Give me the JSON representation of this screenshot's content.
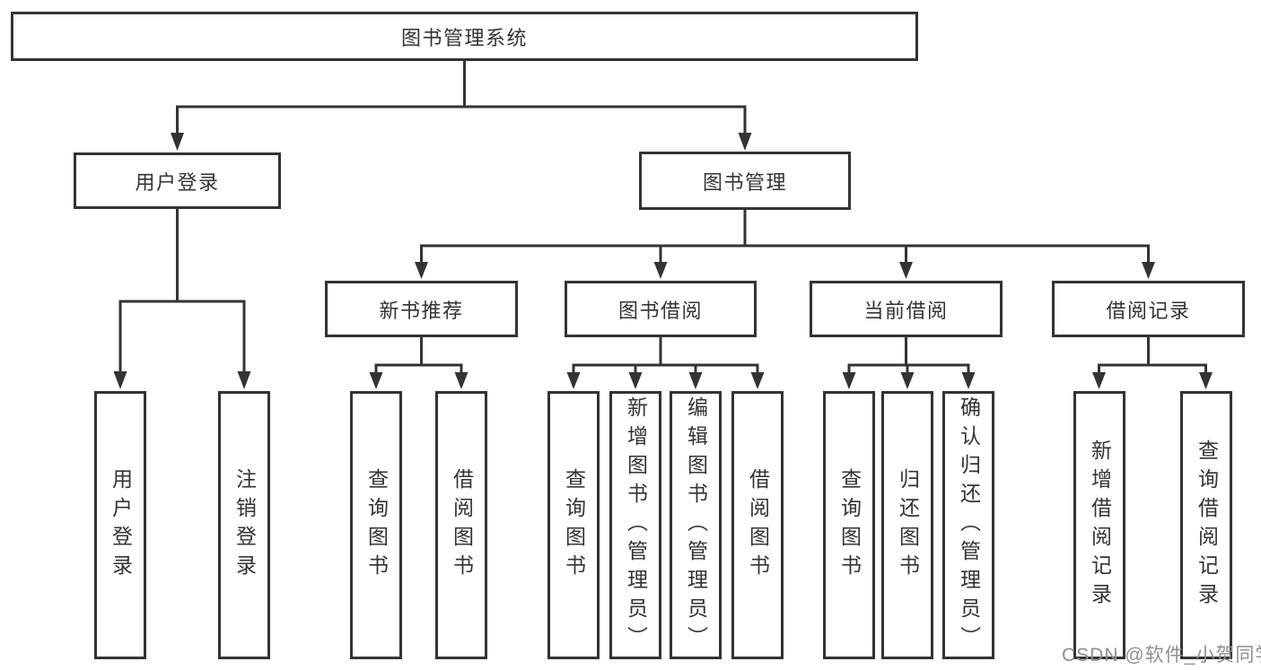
{
  "colors": {
    "line": "#333333",
    "text": "#333333",
    "background": "#ffffff",
    "watermark": "#8f8f8f"
  },
  "watermark": "CSDN @软件_小贺同学",
  "tree": {
    "root": {
      "label": "图书管理系统"
    },
    "branches": [
      {
        "label": "用户登录",
        "children": [
          {
            "label": "用户登录"
          },
          {
            "label": "注销登录"
          }
        ]
      },
      {
        "label": "图书管理",
        "children": [
          {
            "label": "新书推荐",
            "children": [
              {
                "label": "查询图书"
              },
              {
                "label": "借阅图书"
              }
            ]
          },
          {
            "label": "图书借阅",
            "children": [
              {
                "label": "查询图书"
              },
              {
                "label": "新增图书（管理员）"
              },
              {
                "label": "编辑图书（管理员）"
              },
              {
                "label": "借阅图书"
              }
            ]
          },
          {
            "label": "当前借阅",
            "children": [
              {
                "label": "查询图书"
              },
              {
                "label": "归还图书"
              },
              {
                "label": "确认归还（管理员）"
              }
            ]
          },
          {
            "label": "借阅记录",
            "children": [
              {
                "label": "新增借阅记录"
              },
              {
                "label": "查询借阅记录"
              }
            ]
          }
        ]
      }
    ]
  }
}
